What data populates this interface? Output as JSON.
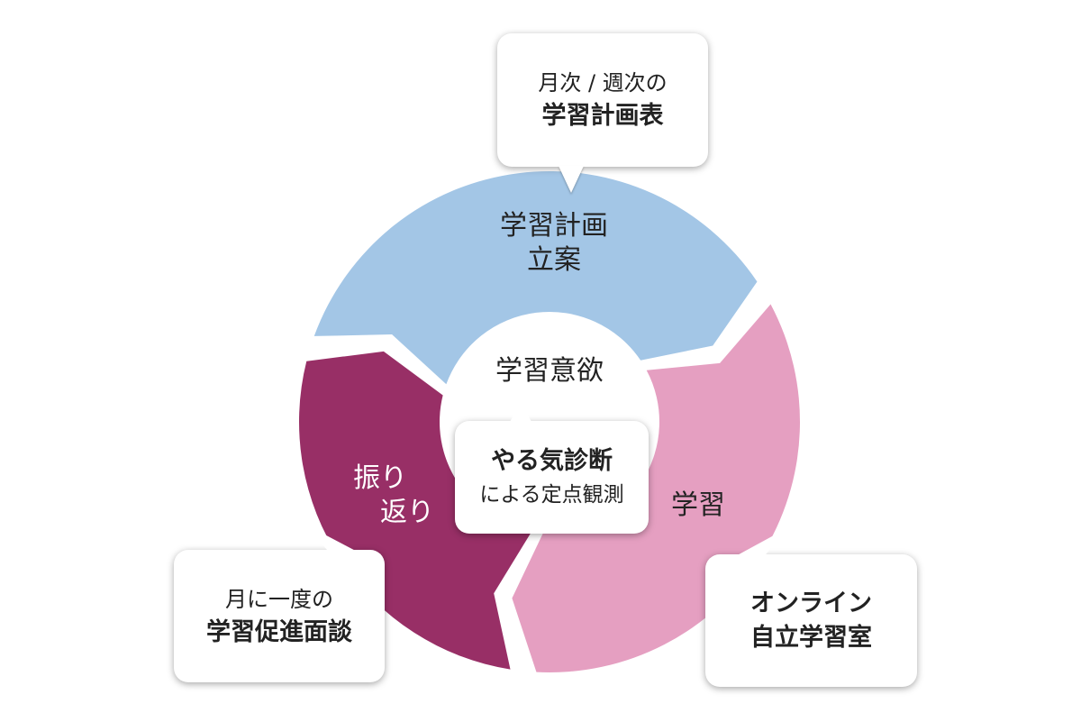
{
  "colors": {
    "plan": "#a3c6e6",
    "study": "#e59fc1",
    "review": "#982f66"
  },
  "center": {
    "label": "学習意欲"
  },
  "segments": {
    "plan": {
      "line1": "学習計画",
      "line2": "立案"
    },
    "study": {
      "line1": "学習"
    },
    "review": {
      "line1": "振り",
      "line2": "返り"
    }
  },
  "callouts": {
    "top": {
      "line1": "月次 / 週次の",
      "line2": "学習計画表"
    },
    "left": {
      "line1": "月に一度の",
      "line2": "学習促進面談"
    },
    "right": {
      "line1": "オンライン",
      "line2": "自立学習室"
    },
    "center": {
      "line1": "やる気診断",
      "line2": "による定点観測"
    }
  }
}
